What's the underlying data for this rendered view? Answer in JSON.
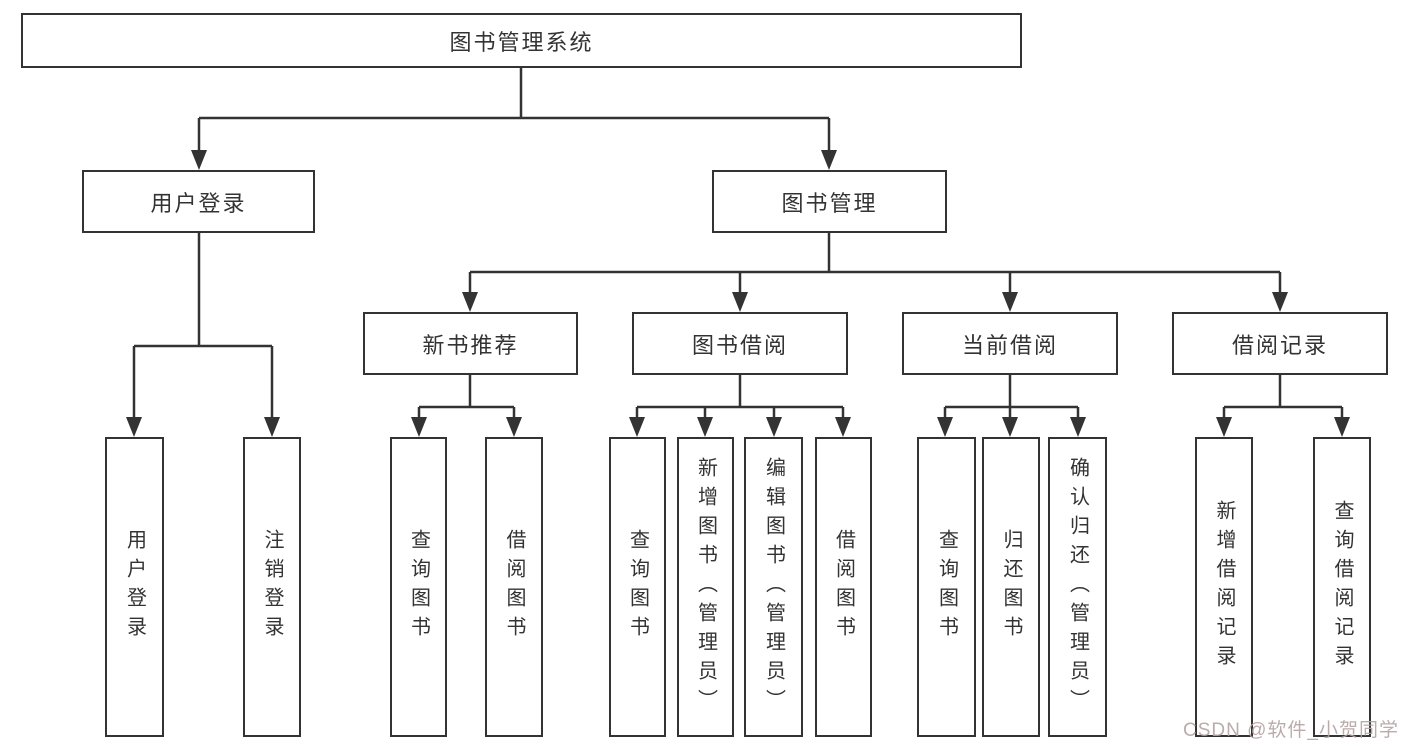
{
  "tree": {
    "label": "图书管理系统",
    "children": [
      {
        "label": "用户登录",
        "children": [
          {
            "label": "用户登录"
          },
          {
            "label": "注销登录"
          }
        ]
      },
      {
        "label": "图书管理",
        "children": [
          {
            "label": "新书推荐",
            "children": [
              {
                "label": "查询图书"
              },
              {
                "label": "借阅图书"
              }
            ]
          },
          {
            "label": "图书借阅",
            "children": [
              {
                "label": "查询图书"
              },
              {
                "label": "新增图书（管理员）"
              },
              {
                "label": "编辑图书（管理员）"
              },
              {
                "label": "借阅图书"
              }
            ]
          },
          {
            "label": "当前借阅",
            "children": [
              {
                "label": "查询图书"
              },
              {
                "label": "归还图书"
              },
              {
                "label": "确认归还（管理员）"
              }
            ]
          },
          {
            "label": "借阅记录",
            "children": [
              {
                "label": "新增借阅记录"
              },
              {
                "label": "查询借阅记录"
              }
            ]
          }
        ]
      }
    ]
  },
  "watermark": {
    "text": "CSDN @软件_小贺同学",
    "color": "#b5a3a3"
  },
  "colors": {
    "line": "#333333",
    "node_border": "#333333",
    "text": "#333333",
    "background": "#ffffff"
  }
}
